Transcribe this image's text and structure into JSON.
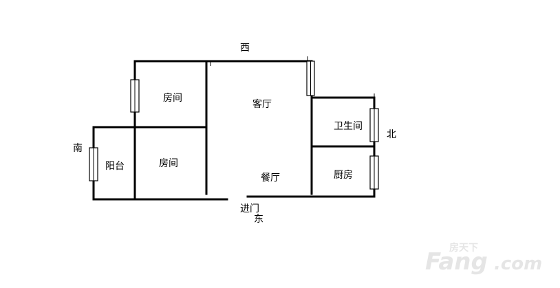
{
  "directions": {
    "west": "西",
    "east": "东",
    "south": "南",
    "north": "北"
  },
  "rooms": {
    "bedroom_top": "房间",
    "bedroom_bottom": "房间",
    "balcony": "阳台",
    "living_room": "客厅",
    "dining_room": "餐厅",
    "bathroom": "卫生间",
    "kitchen": "厨房"
  },
  "entrance": "进门",
  "watermark": {
    "brand_cn": "房天下",
    "brand_main": "Fang",
    "brand_domain": ".com"
  }
}
